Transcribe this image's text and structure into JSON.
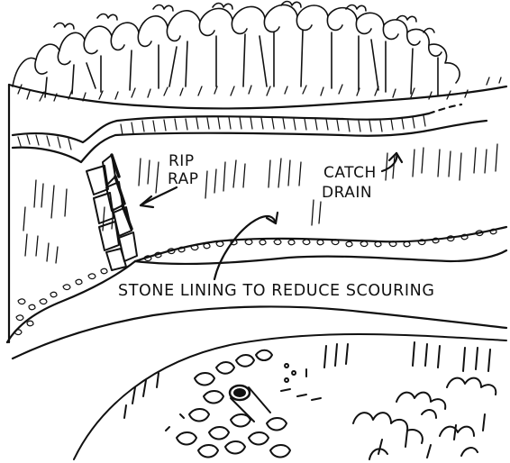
{
  "labels": {
    "rip_rap_line1": "RIP",
    "rip_rap_line2": "RAP",
    "catch_drain_line1": "CATCH",
    "catch_drain_line2": "DRAIN",
    "stone_lining": "STONE LINING TO REDUCE SCOURING"
  },
  "colors": {
    "ink": "#111111",
    "paper": "#ffffff"
  }
}
